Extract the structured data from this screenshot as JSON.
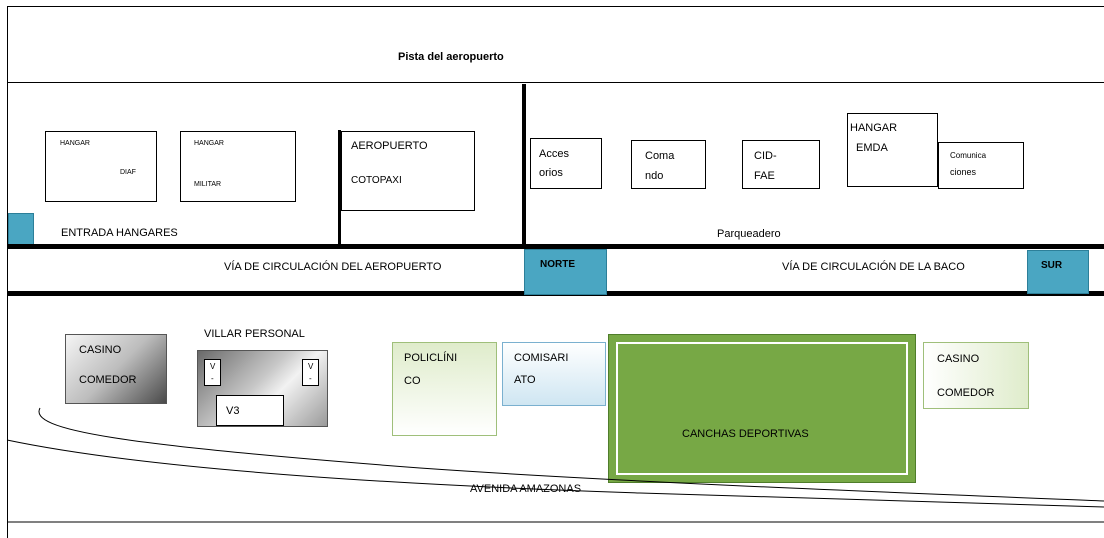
{
  "runway": "Pista del aeropuerto",
  "hangar_diaf": {
    "line1": "HANGAR",
    "line2": "DIAF"
  },
  "hangar_militar": {
    "line1": "HANGAR",
    "line2": "MILITAR"
  },
  "aeropuerto_cotopaxi": {
    "line1": "AEROPUERTO",
    "line2": "COTOPAXI"
  },
  "entrada_hangares": "ENTRADA HANGARES",
  "accesorios": {
    "line1": "Acces",
    "line2": "orios"
  },
  "comando": {
    "line1": "Coma",
    "line2": "ndo"
  },
  "cid_fae": {
    "line1": "CID-",
    "line2": "FAE"
  },
  "hangar_emda": {
    "line1": "HANGAR",
    "line2": "EMDA"
  },
  "comunicaciones": {
    "line1": "Comunica",
    "line2": "ciones"
  },
  "parqueadero": "Parqueadero",
  "via_aeropuerto": "VÍA DE CIRCULACIÓN DEL AEROPUERTO",
  "norte": "NORTE",
  "via_baco": "VÍA DE CIRCULACIÓN DE LA BACO",
  "sur": "SUR",
  "casino_left": {
    "line1": "CASINO",
    "line2": "COMEDOR"
  },
  "villar_personal": "VILLAR PERSONAL",
  "v_small_left": {
    "line1": "V",
    "line2": "-"
  },
  "v_small_right": {
    "line1": "V",
    "line2": "-"
  },
  "v3": "V3",
  "policlinico": {
    "line1": "POLICLÍNI",
    "line2": "CO"
  },
  "comisariato": {
    "line1": "COMISARI",
    "line2": "ATO"
  },
  "canchas": "CANCHAS DEPORTIVAS",
  "casino_right": {
    "line1": "CASINO",
    "line2": "COMEDOR"
  },
  "avenida": "AVENIDA AMAZONAS",
  "colors": {
    "blue": "#4aa6c2",
    "green": "#77a845",
    "light_green": "#dfeccb",
    "light_blue": "#cfe6f2"
  }
}
